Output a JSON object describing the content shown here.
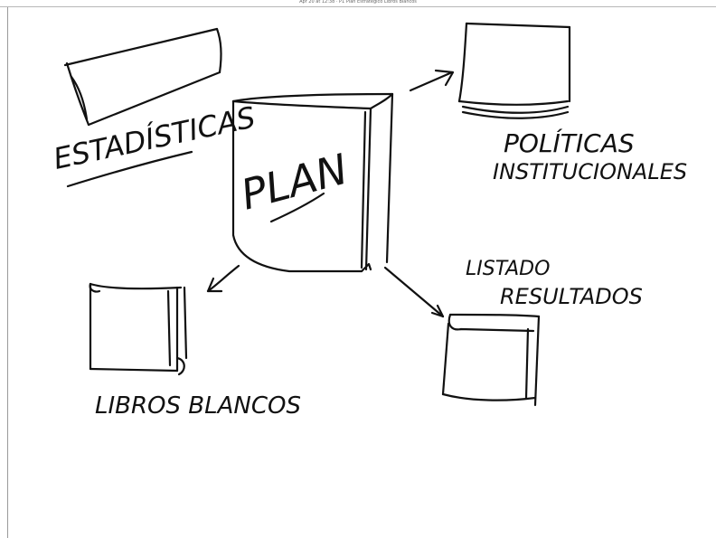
{
  "header": {
    "caption": "Apr 20 at 12:38   ·   P1 Plan Estratégico Libros Blancos"
  },
  "diagram": {
    "center": "PLAN",
    "estadisticas": "ESTADÍSTICAS",
    "politicas_line1": "POLÍTICAS",
    "politicas_line2": "INSTITUCIONALES",
    "listado_line1": "LISTADO",
    "listado_line2": "RESULTADOS",
    "libros": "LIBROS BLANCOS"
  }
}
